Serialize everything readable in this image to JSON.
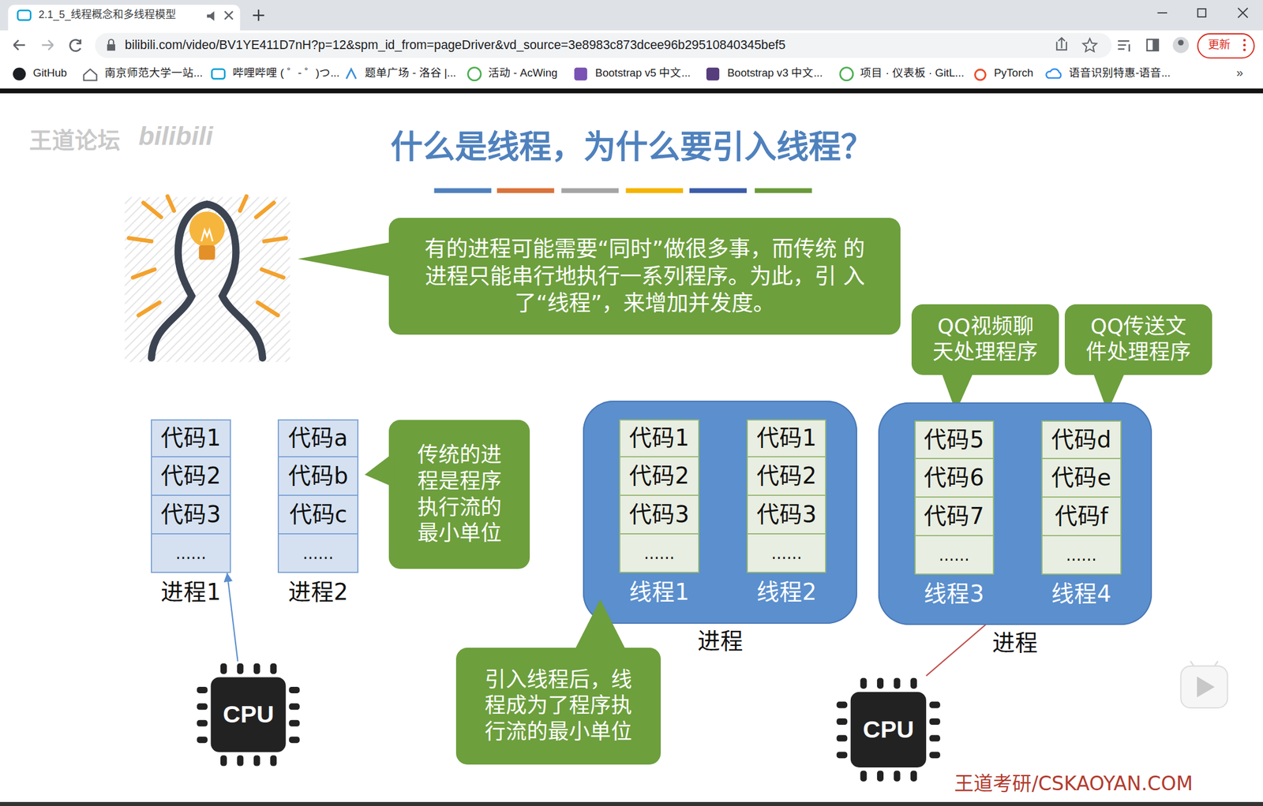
{
  "diagram": {
    "title": "什么是线程，为什么要引入线程？",
    "nodes": [
      {
        "text": [
          "有的进程可能需要“同时”做很多事，而传统 的进程只能串行地执行一系列程序。为此，引 入了“线程”，来增加并发度。"
        ]
      },
      {
        "text": [
          "QQ视频聊 天处理程序"
        ]
      },
      {
        "text": [
          "QQ传送文 件处理程序"
        ]
      },
      {
        "text": [
          "进程1"
        ]
      },
      {
        "text": [
          "代码1"
        ],
        "in": 3
      },
      {
        "text": [
          "代码2"
        ],
        "in": 3
      },
      {
        "text": [
          "代码3"
        ],
        "in": 3
      },
      {
        "text": [
          "......"
        ],
        "in": 3
      },
      {
        "text": [
          "进程2"
        ]
      },
      {
        "text": [
          "代码a"
        ],
        "in": 8
      },
      {
        "text": [
          "代码b"
        ],
        "in": 8
      },
      {
        "text": [
          "代码c"
        ],
        "in": 8
      },
      {
        "text": [
          "......"
        ],
        "in": 8
      },
      {
        "text": [
          "传统的进 程是程序 执行流的 最小单位"
        ]
      },
      {
        "text": [
          "进程"
        ]
      },
      {
        "text": [
          "线程1"
        ],
        "in": 14
      },
      {
        "text": [
          "代码1"
        ],
        "in": 15
      },
      {
        "text": [
          "代码2"
        ],
        "in": 15
      },
      {
        "text": [
          "代码3"
        ],
        "in": 15
      },
      {
        "text": [
          "......"
        ],
        "in": 15
      },
      {
        "text": [
          "线程2"
        ],
        "in": 14
      },
      {
        "text": [
          "代码1"
        ],
        "in": 20
      },
      {
        "text": [
          "代码2"
        ],
        "in": 20
      },
      {
        "text": [
          "代码3"
        ],
        "in": 20
      },
      {
        "text": [
          "......"
        ],
        "in": 20
      },
      {
        "text": [
          "进程"
        ]
      },
      {
        "text": [
          "线程3"
        ],
        "in": 25
      },
      {
        "text": [
          "代码5"
        ],
        "in": 26
      },
      {
        "text": [
          "代码6"
        ],
        "in": 26
      },
      {
        "text": [
          "代码7"
        ],
        "in": 26
      },
      {
        "text": [
          "......"
        ],
        "in": 26
      },
      {
        "text": [
          "线程4"
        ],
        "in": 25
      },
      {
        "text": [
          "代码d"
        ],
        "in": 31
      },
      {
        "text": [
          "代码e"
        ],
        "in": 31
      },
      {
        "text": [
          "代码f"
        ],
        "in": 31
      },
      {
        "text": [
          "......"
        ],
        "in": 31
      },
      {
        "text": [
          "引入线程后，线 程成为了程序执 行流的最小单位"
        ]
      },
      {
        "text": [
          "CPU"
        ]
      },
      {
        "text": [
          "CPU"
        ]
      }
    ],
    "edges": [
      {
        "from": 37,
        "to": 3,
        "arrow": "to"
      },
      {
        "from": 38,
        "to": 31,
        "arrow": "to"
      }
    ],
    "labels": [
      "2.1_5_线程概念和多线程模型",
      "bilibili.com/video/BV1YE411D7nH?p=12&spm_id_from=pageDriver&vd_source=3e8983c873dcee96b29510840345bef5",
      "更新",
      "GitHub",
      "南京师范大学一站...",
      "哔哩哔哩 ( ゜- ゜)つ...",
      "题单广场 - 洛谷 |...",
      "活动 - AcWing",
      "Bootstrap v5 中文...",
      "Bootstrap v3 中文...",
      "项目 · 仪表板 · GitL...",
      "PyTorch",
      "语音识别特惠-语音...",
      "»",
      "王道论坛",
      "bilibili",
      "王道考研/CSKAOYAN.COM"
    ]
  }
}
